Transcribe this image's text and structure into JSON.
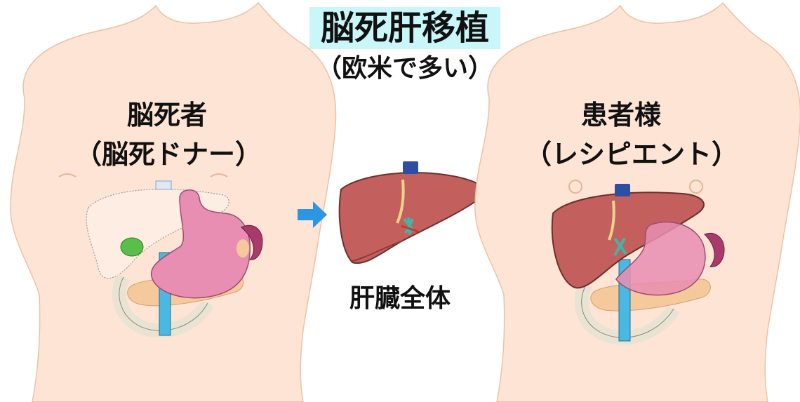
{
  "title": "脳死肝移植",
  "subtitle": "（欧米で多い）",
  "donor": {
    "line1": "脳死者",
    "line2": "（脳死ドナー）"
  },
  "organ": {
    "label": "肝臓全体"
  },
  "recipient": {
    "line1": "患者様",
    "line2": "（レシピエント）"
  },
  "icons": [
    "arrow-right-icon",
    "arrow-right-icon"
  ],
  "colors": {
    "title_highlight": "#c9f6f9",
    "skin": "#fde4d4",
    "liver": "#c3605e",
    "stomach": "#e78eb2",
    "vessel": "#4ab8e0",
    "arrow": "#2b97e3",
    "gallbladder": "#5abe4a",
    "spleen": "#a83a6c",
    "pancreas": "#f6c99c"
  }
}
